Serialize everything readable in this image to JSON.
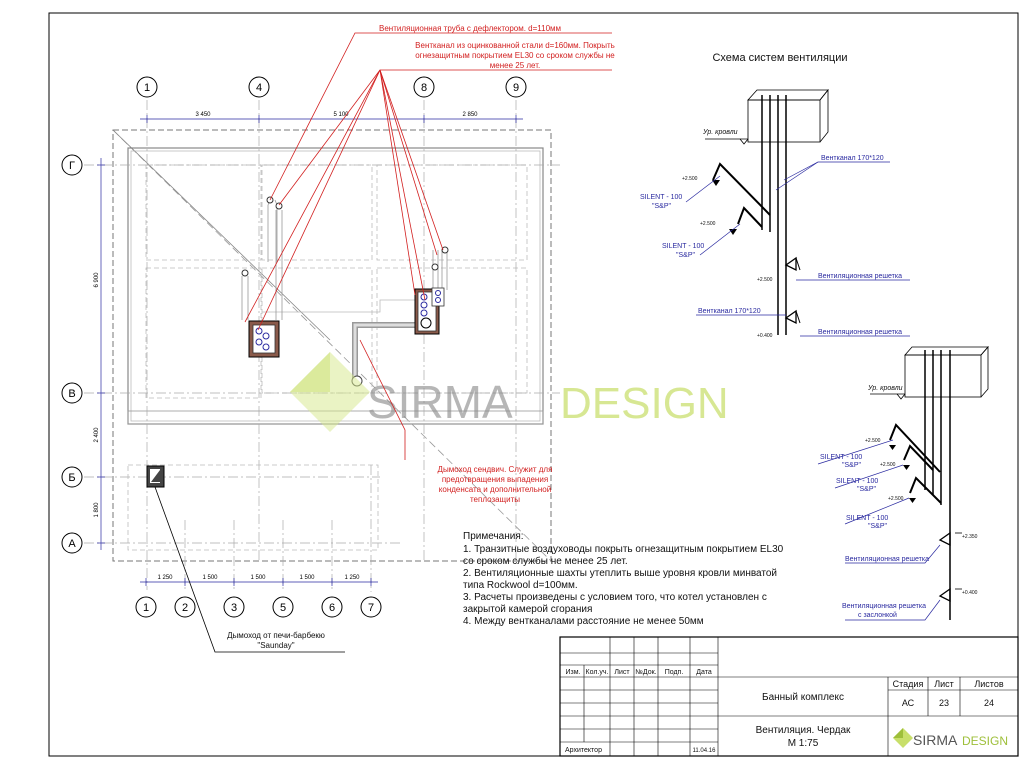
{
  "callouts": {
    "pipe_deflector": "Вентиляционная труба с дефлектором. d=110мм",
    "duct_line1": "Вентканал из оцинкованной стали d=160мм. Покрыть",
    "duct_line2": "огнезащитным покрытием EL30 со сроком службы не",
    "duct_line3": "менее 25 лет.",
    "chimney_line1": "Дымоход сендвич. Служит для",
    "chimney_line2": "предотвращения выпадения",
    "chimney_line3": "конденсата и дополнительной",
    "chimney_line4": "теплозащиты",
    "stove_line1": "Дымоход от печи-барбекю",
    "stove_line2": "\"Saunday\""
  },
  "axes": {
    "top": [
      "1",
      "4",
      "8",
      "9"
    ],
    "bottom": [
      "1",
      "2",
      "3",
      "5",
      "6",
      "7"
    ],
    "left": [
      "Г",
      "В",
      "Б",
      "А"
    ]
  },
  "dimensions": {
    "top": [
      "3 450",
      "5 100",
      "2 850"
    ],
    "bottom": [
      "1 250",
      "1 500",
      "1 500",
      "1 500",
      "1 250"
    ],
    "left": [
      "6 900",
      "2 400",
      "1 800"
    ]
  },
  "watermark": {
    "sirma": "SIRMA",
    "design": "DESIGN"
  },
  "schema": {
    "title": "Схема систем вентиляции",
    "roof_level": "Ур. кровли",
    "channel_1": "Вентканал 170*120",
    "channel_2": "Вентканал 170*120",
    "silent_1": "SILENT - 100",
    "sp": "\"S&P\"",
    "grille": "Вентиляционная решетка",
    "grille_damper_1": "Вентиляционная решетка",
    "grille_damper_2": "с заслонкой",
    "lvl_2500": "+2.500",
    "lvl_2350": "+2.350",
    "lvl_0400": "+0.400"
  },
  "notes": {
    "title": "Примечания:",
    "line1": "1. Транзитные воздуховоды покрыть огнезащитным покрытием EL30",
    "line2": "со сроком службы не менее 25 лет.",
    "line3": "2. Вентиляционные шахты утеплить выше уровня кровли минватой",
    "line4": "типа Rockwool d=100мм.",
    "line5": "3. Расчеты произведены с условием того, что котел установлен с",
    "line6": "закрытой камерой сгорания",
    "line7": "4. Между вентканалами расстояние не менее 50мм"
  },
  "title_block": {
    "col_izm": "Изм.",
    "col_koluch": "Кол.уч.",
    "col_list": "Лист",
    "col_ndok": "№Док.",
    "col_podp": "Подп.",
    "col_data": "Дата",
    "role": "Архитектор",
    "date": "11.04.16",
    "project": "Банный комплекс",
    "sheet_name": "Вентиляция. Чердак",
    "scale": "М 1:75",
    "stage_label": "Стадия",
    "list_label": "Лист",
    "lists_label": "Листов",
    "stage": "АС",
    "list": "23",
    "lists": "24",
    "logo_sirma": "SIRMA",
    "logo_design": "DESIGN"
  },
  "colors": {
    "callout_red": "#d21f1f",
    "label_blue": "#2a2aa0",
    "watermark_green": "#c8df6a",
    "watermark_grey": "#8c8c8c"
  }
}
